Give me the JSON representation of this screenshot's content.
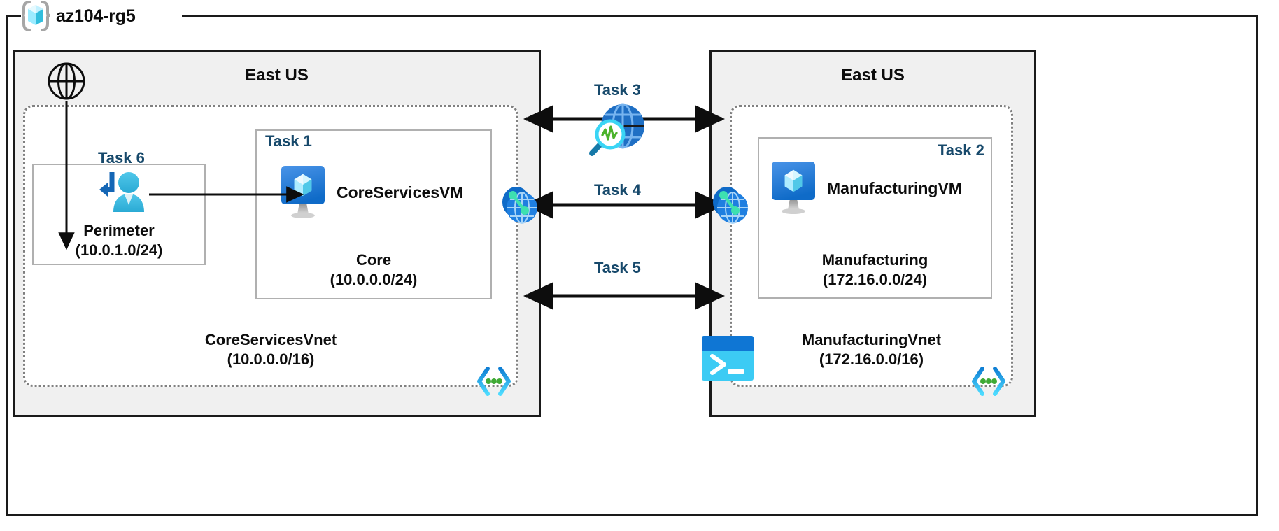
{
  "resource_group": {
    "name": "az104-rg5",
    "icon": "azure-resource-group-icon"
  },
  "regions": [
    {
      "id": "left",
      "title": "East US"
    },
    {
      "id": "right",
      "title": "East US"
    }
  ],
  "vnets": [
    {
      "id": "core-services",
      "name": "CoreServicesVnet",
      "cidr": "(10.0.0.0/16)",
      "corner_icon": "code-brackets-icon"
    },
    {
      "id": "manufacturing",
      "name": "ManufacturingVnet",
      "cidr": "(172.16.0.0/16)",
      "corner_icon": "code-brackets-icon"
    }
  ],
  "subnets": [
    {
      "id": "perimeter",
      "task": "Task 6",
      "name": "Perimeter",
      "cidr": "(10.0.1.0/24)",
      "icon": "remote-user-icon"
    },
    {
      "id": "core",
      "task": "Task 1",
      "name": "Core",
      "cidr": "(10.0.0.0/24)",
      "vm_name": "CoreServicesVM",
      "icon": "virtual-machine-icon"
    },
    {
      "id": "manufacturing",
      "task": "Task 2",
      "name": "Manufacturing",
      "cidr": "(172.16.0.0/24)",
      "vm_name": "ManufacturingVM",
      "icon": "virtual-machine-icon"
    }
  ],
  "internet": {
    "icon": "globe-icon"
  },
  "connections": [
    {
      "id": "task3",
      "label": "Task 3",
      "icon": "network-watcher-icon"
    },
    {
      "id": "task4",
      "label": "Task 4",
      "icon": "vnet-peering-icon"
    },
    {
      "id": "task5",
      "label": "Task 5",
      "icon": "cloud-shell-icon"
    }
  ],
  "peering_endpoints": [
    {
      "id": "peering-left",
      "icon": "vnet-peering-icon"
    },
    {
      "id": "peering-right",
      "icon": "vnet-peering-icon"
    }
  ],
  "colors": {
    "task_label": "#17496b",
    "region_fill": "#f0f0f0",
    "border": "#1a1a1a",
    "vnet_border": "#808080",
    "subnet_border": "#b0b0b0",
    "azure_blue": "#0078d4",
    "azure_cyan": "#50e6ff",
    "accent_green": "#5bb72c"
  }
}
